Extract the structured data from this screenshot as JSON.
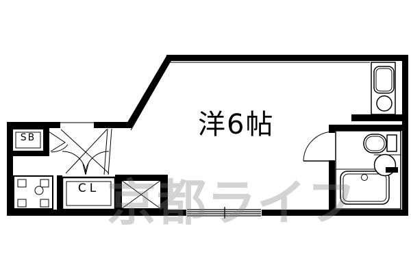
{
  "page": {
    "background_color": "#ffffff",
    "line_color": "#000000",
    "description_type": "apartment floor plan"
  },
  "floor_plan": {
    "room_label": "洋6帖",
    "shoe_box_label": "SB",
    "closet_label": "CL",
    "fixtures": [
      "entrance-door",
      "shoe-box",
      "washing-machine-pan",
      "closet",
      "storage-cross-box",
      "sliding-window",
      "kitchen-sink",
      "stove-burner",
      "bathroom-door",
      "toilet",
      "wash-basin",
      "bathtub"
    ]
  },
  "watermark": {
    "text": "京都ライフ",
    "color": "#808080",
    "opacity": "0.35"
  }
}
